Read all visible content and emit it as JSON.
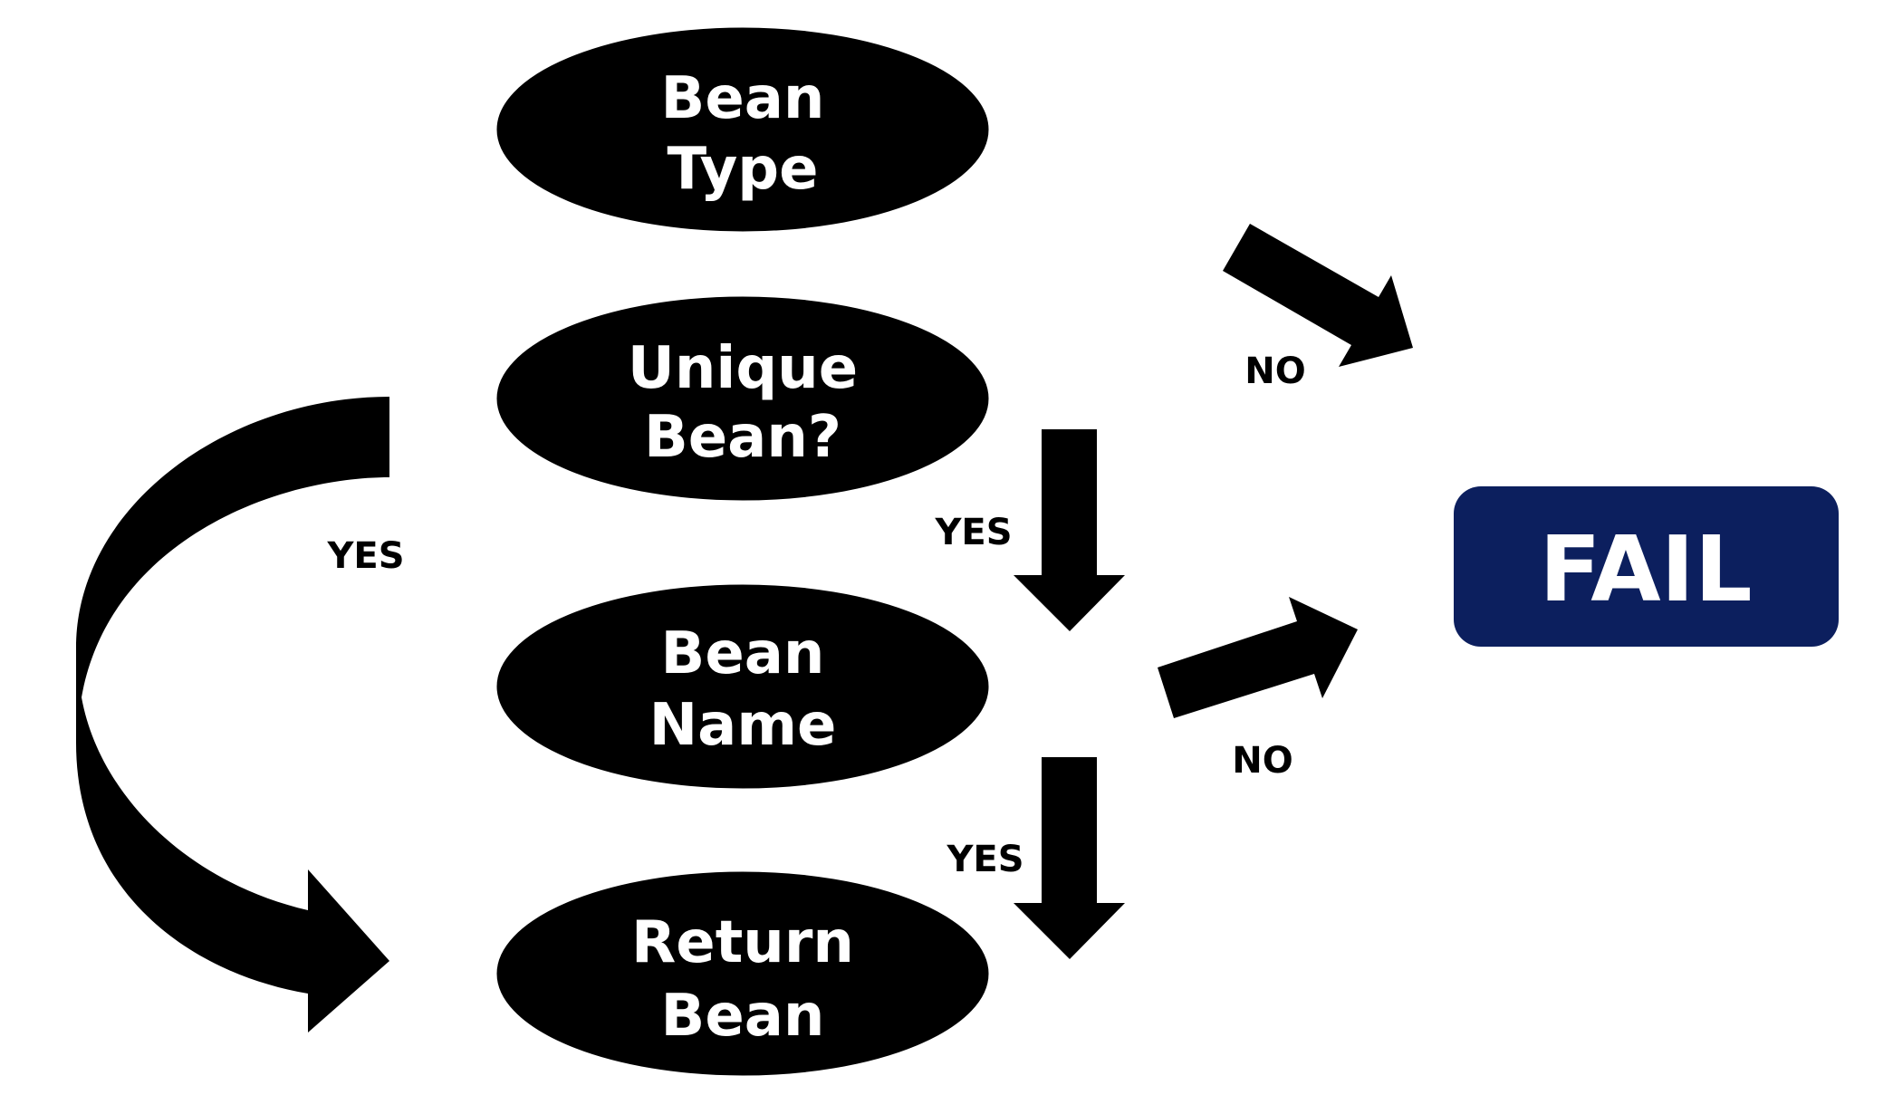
{
  "colors": {
    "node_fill": "#000000",
    "node_text": "#ffffff",
    "fail_fill": "#0c1f5e",
    "arrow": "#000000",
    "edge_text": "#000000"
  },
  "nodes": {
    "bean_type": {
      "line1": "Bean",
      "line2": "Type"
    },
    "unique_bean": {
      "line1": "Unique",
      "line2": "Bean?"
    },
    "bean_name": {
      "line1": "Bean",
      "line2": "Name"
    },
    "return_bean": {
      "line1": "Return",
      "line2": "Bean"
    },
    "fail": {
      "label": "FAIL"
    }
  },
  "edges": {
    "unique_to_name": {
      "label": "YES"
    },
    "name_to_return": {
      "label": "YES"
    },
    "unique_to_return": {
      "label": "YES"
    },
    "unique_to_fail": {
      "label": "NO"
    },
    "name_to_fail": {
      "label": "NO"
    }
  }
}
